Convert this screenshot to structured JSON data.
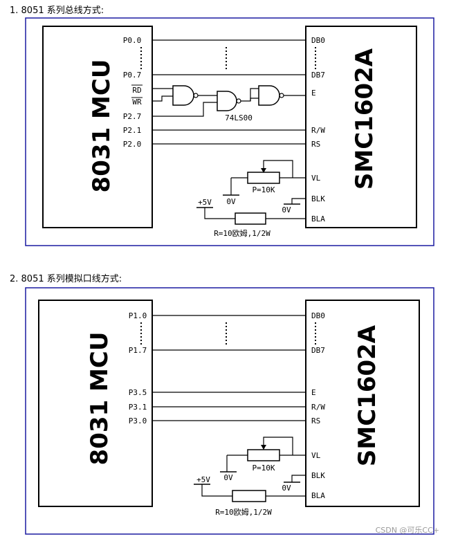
{
  "headings": {
    "section1": "1. 8051 系列总线方式:",
    "section2": "2. 8051 系列模拟口线方式:"
  },
  "watermark": "CSDN @可乐CC+",
  "colors": {
    "frame": "#1a1aa0",
    "line": "#000000"
  },
  "diagram1": {
    "mcu_label": "8031 MCU",
    "lcd_label": "SMC1602A",
    "mcu_pins": [
      "P0.0",
      "P0.7",
      "RD",
      "WR",
      "P2.7",
      "P2.1",
      "P2.0"
    ],
    "lcd_pins": [
      "DB0",
      "DB7",
      "E",
      "R/W",
      "RS",
      "VL",
      "BLK",
      "BLA"
    ],
    "gate_label": "74LS00",
    "pot_label": "P=10K",
    "ground_label_1": "0V",
    "ground_label_2": "0V",
    "supply_label": "+5V",
    "resistor_label": "R=10欧姆,1/2W"
  },
  "diagram2": {
    "mcu_label": "8031 MCU",
    "lcd_label": "SMC1602A",
    "mcu_pins": [
      "P1.0",
      "P1.7",
      "P3.5",
      "P3.1",
      "P3.0"
    ],
    "lcd_pins": [
      "DB0",
      "DB7",
      "E",
      "R/W",
      "RS",
      "VL",
      "BLK",
      "BLA"
    ],
    "pot_label": "P=10K",
    "ground_label_1": "0V",
    "ground_label_2": "0V",
    "supply_label": "+5V",
    "resistor_label": "R=10欧姆,1/2W"
  }
}
